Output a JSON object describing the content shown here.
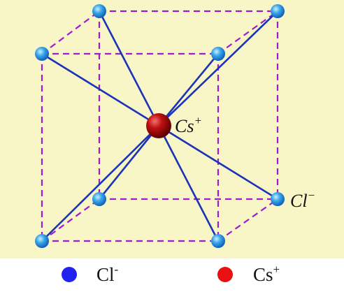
{
  "diagram": {
    "colors": {
      "background": "#f8f5c6",
      "dashed_edge": "#a21ad0",
      "bond": "#1b33b8",
      "cl_ion": "#2e8fe0",
      "cs_ion": "#b00808",
      "legend_cl": "#2222ee",
      "legend_cs": "#e81010"
    },
    "center_label": {
      "base": "Cs",
      "sup": "+"
    },
    "corner_label": {
      "base": "Cl",
      "sup": "−"
    }
  },
  "legend": {
    "items": [
      {
        "base": "Cl",
        "sup": "-",
        "color": "#2222ee"
      },
      {
        "base": "Cs",
        "sup": "+",
        "color": "#e81010"
      }
    ]
  }
}
